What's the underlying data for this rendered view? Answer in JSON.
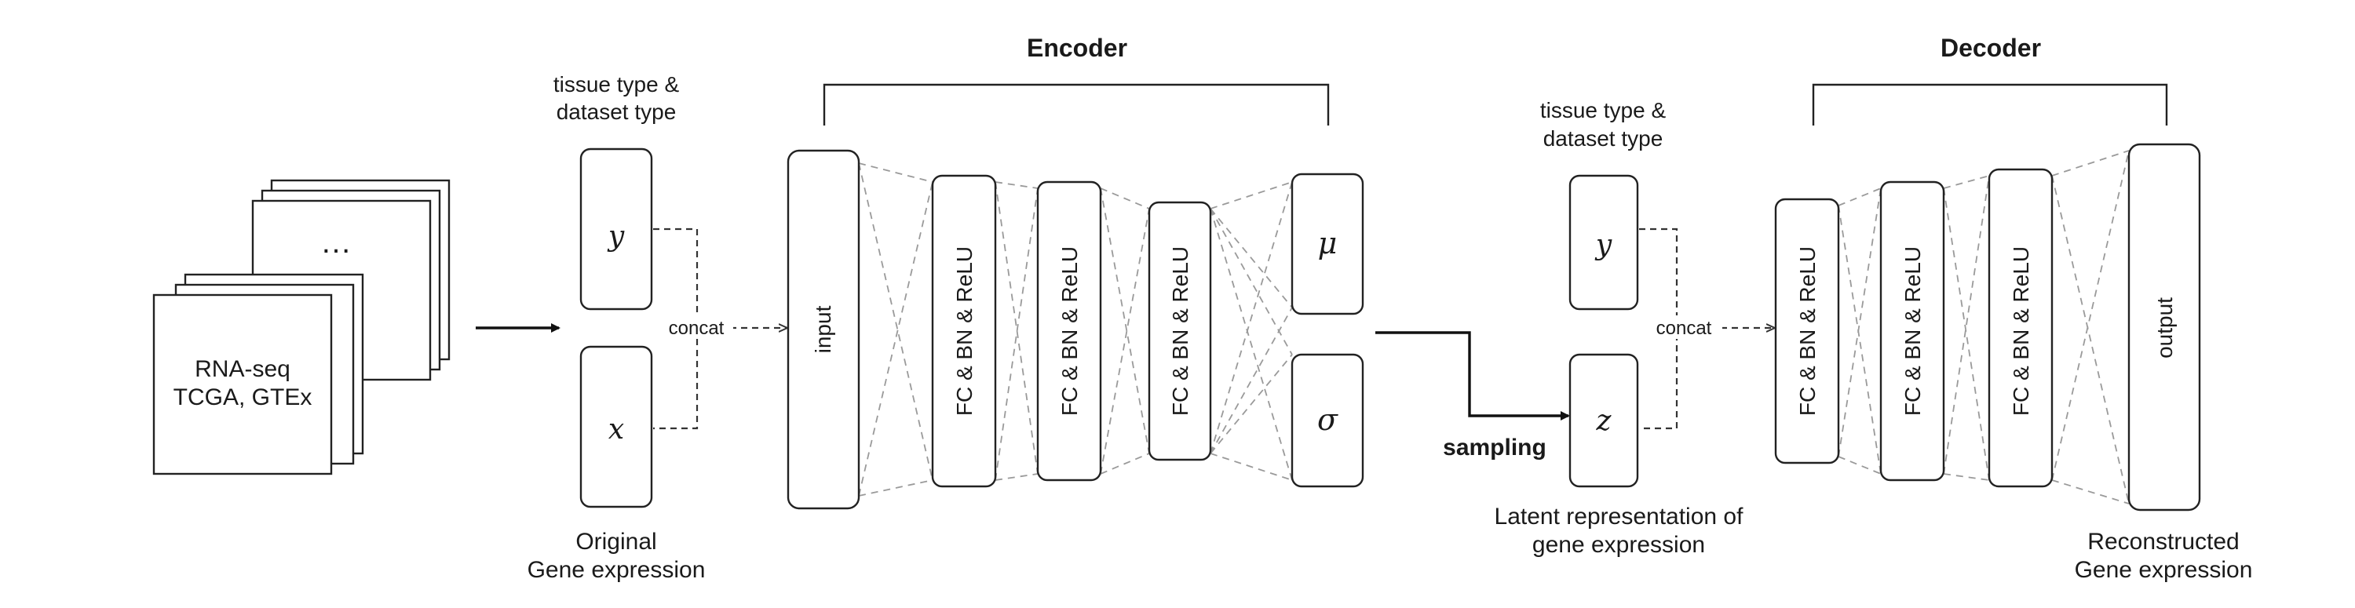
{
  "input_stack": {
    "label_line1": "RNA-seq",
    "label_line2": "TCGA, GTEx",
    "ellipsis": "…"
  },
  "encoder": {
    "title": "Encoder",
    "condition_label_line1": "tissue type &",
    "condition_label_line2": "dataset type",
    "y_symbol": "y",
    "x_symbol": "x",
    "concat_label": "concat",
    "input_label": "input",
    "layers": [
      "FC & BN & ReLU",
      "FC & BN & ReLU",
      "FC & BN & ReLU"
    ],
    "mu_symbol": "μ",
    "sigma_symbol": "σ",
    "caption_line1": "Original",
    "caption_line2": "Gene expression"
  },
  "latent": {
    "sampling_label": "sampling",
    "condition_label_line1": "tissue type &",
    "condition_label_line2": "dataset type",
    "y_symbol": "y",
    "z_symbol": "z",
    "concat_label": "concat",
    "caption_line1": "Latent representation of",
    "caption_line2": "gene expression"
  },
  "decoder": {
    "title": "Decoder",
    "layers": [
      "FC & BN & ReLU",
      "FC & BN & ReLU",
      "FC & BN & ReLU"
    ],
    "output_label": "output",
    "caption_line1": "Reconstructed",
    "caption_line2": "Gene expression"
  }
}
